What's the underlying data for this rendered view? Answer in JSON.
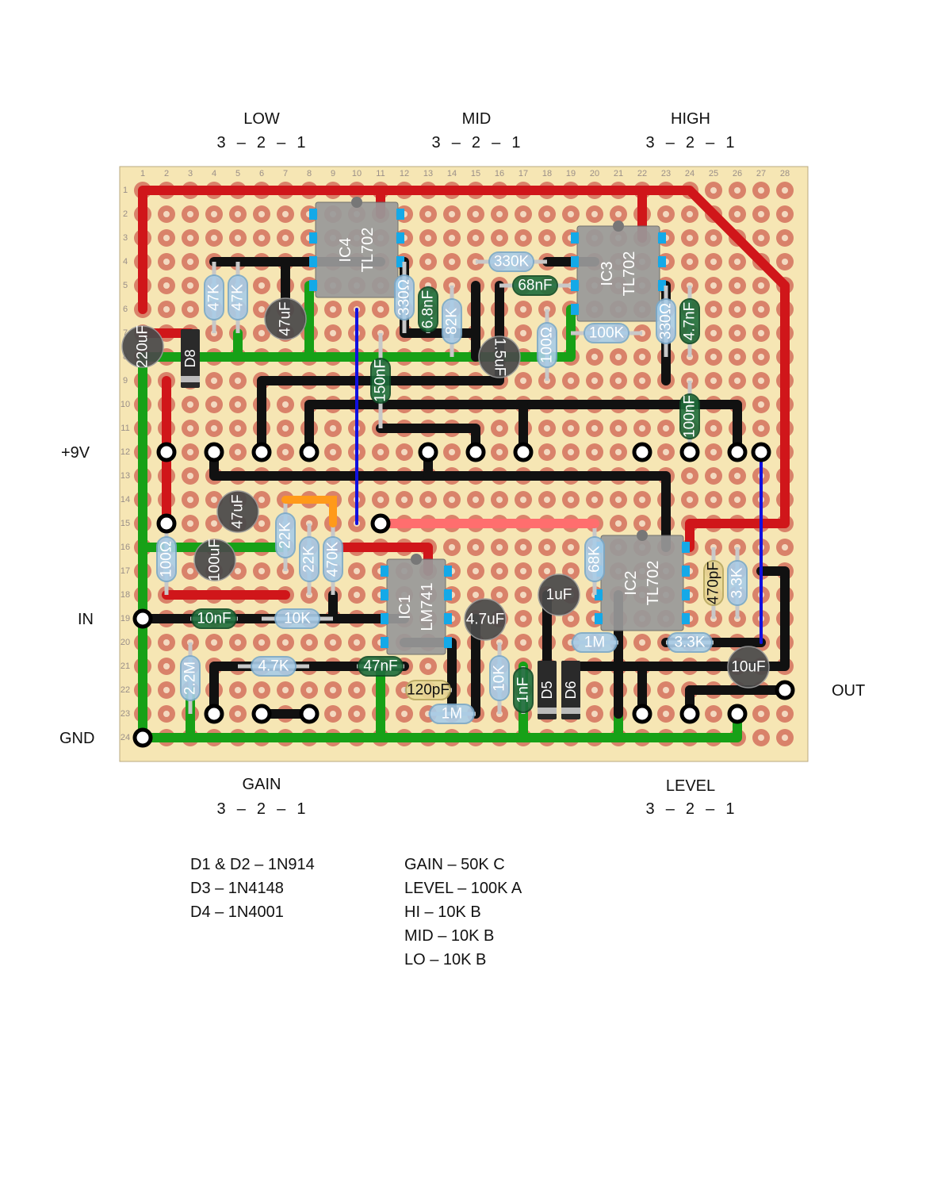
{
  "pots": {
    "low": {
      "name": "LOW",
      "pins": "3  –  2  –  1"
    },
    "mid": {
      "name": "MID",
      "pins": "3  –  2  –  1"
    },
    "high": {
      "name": "HIGH",
      "pins": "3  –  2  –  1"
    },
    "gain": {
      "name": "GAIN",
      "pins": "3  –  2  –  1"
    },
    "level": {
      "name": "LEVEL",
      "pins": "3  –  2  –  1"
    }
  },
  "io": {
    "vcc": "+9V",
    "input": "IN",
    "ground": "GND",
    "output": "OUT"
  },
  "board": {
    "columns": [
      "1",
      "2",
      "3",
      "4",
      "5",
      "6",
      "7",
      "8",
      "9",
      "10",
      "11",
      "12",
      "13",
      "14",
      "15",
      "16",
      "17",
      "18",
      "19",
      "20",
      "21",
      "22",
      "23",
      "24",
      "25",
      "26",
      "27",
      "28"
    ],
    "rows": [
      "1",
      "2",
      "3",
      "4",
      "5",
      "6",
      "7",
      "8",
      "9",
      "10",
      "11",
      "12",
      "13",
      "14",
      "15",
      "16",
      "17",
      "18",
      "19",
      "20",
      "21",
      "22",
      "23",
      "24"
    ],
    "colors": {
      "board": "#f6e6b4",
      "pad_ring": "#d9826a",
      "pad_hole": "#f3d9c0",
      "power_wire": "#d0161a",
      "ground_wire": "#17a117",
      "signal_wire": "#111111",
      "jumper_blue": "#1010e0",
      "jumper_orange": "#ff9a1a",
      "jumper_pink": "#ff6e6e"
    }
  },
  "ics": [
    {
      "ref": "IC4",
      "part": "TL702"
    },
    {
      "ref": "IC3",
      "part": "TL702"
    },
    {
      "ref": "IC1",
      "part": "LM741"
    },
    {
      "ref": "IC2",
      "part": "TL702"
    }
  ],
  "components": {
    "resistors": [
      "47K",
      "47K",
      "330Ω",
      "82K",
      "330K",
      "100Ω",
      "100K",
      "330Ω",
      "22K",
      "22K",
      "470K",
      "100Ω",
      "10K",
      "2.2M",
      "4.7K",
      "10K",
      "1M",
      "68K",
      "1M",
      "3.3K",
      "3.3K"
    ],
    "film_caps": [
      "6.8nF",
      "68nF",
      "150nF",
      "4.7nF",
      "100nF",
      "10nF",
      "47nF",
      "1nF"
    ],
    "ceramic_caps": [
      "120pF",
      "470pF"
    ],
    "electrolytic_caps": [
      "220uF",
      "47uF",
      "1.5uF",
      "47uF",
      "100uF",
      "4.7uF",
      "1uF",
      "10uF"
    ],
    "diodes": [
      "D8",
      "D5",
      "D6"
    ]
  },
  "notes_left": [
    "D1 & D2 – 1N914",
    "D3 – 1N4148",
    "D4 – 1N4001"
  ],
  "notes_right": [
    "GAIN – 50K C",
    "LEVEL – 100K A",
    "HI – 10K B",
    "MID – 10K B",
    "LO – 10K B"
  ]
}
